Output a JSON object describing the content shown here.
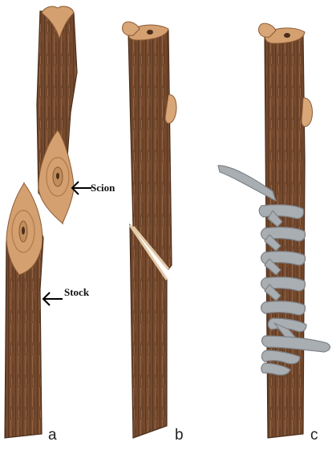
{
  "callouts": {
    "scion": "Scion",
    "stock": "Stock"
  },
  "panels": [
    {
      "label": "a"
    },
    {
      "label": "b"
    },
    {
      "label": "c"
    }
  ],
  "colors": {
    "bark": "#74492d",
    "bark_dark": "#4a2d1b",
    "bark_line": "#9a6b4a",
    "cut_wood": "#d4a070",
    "cut_ring": "#b57f4e",
    "bud": "#d8a677",
    "tie": "#a9aeb3",
    "tie_edge": "#7d8287"
  }
}
